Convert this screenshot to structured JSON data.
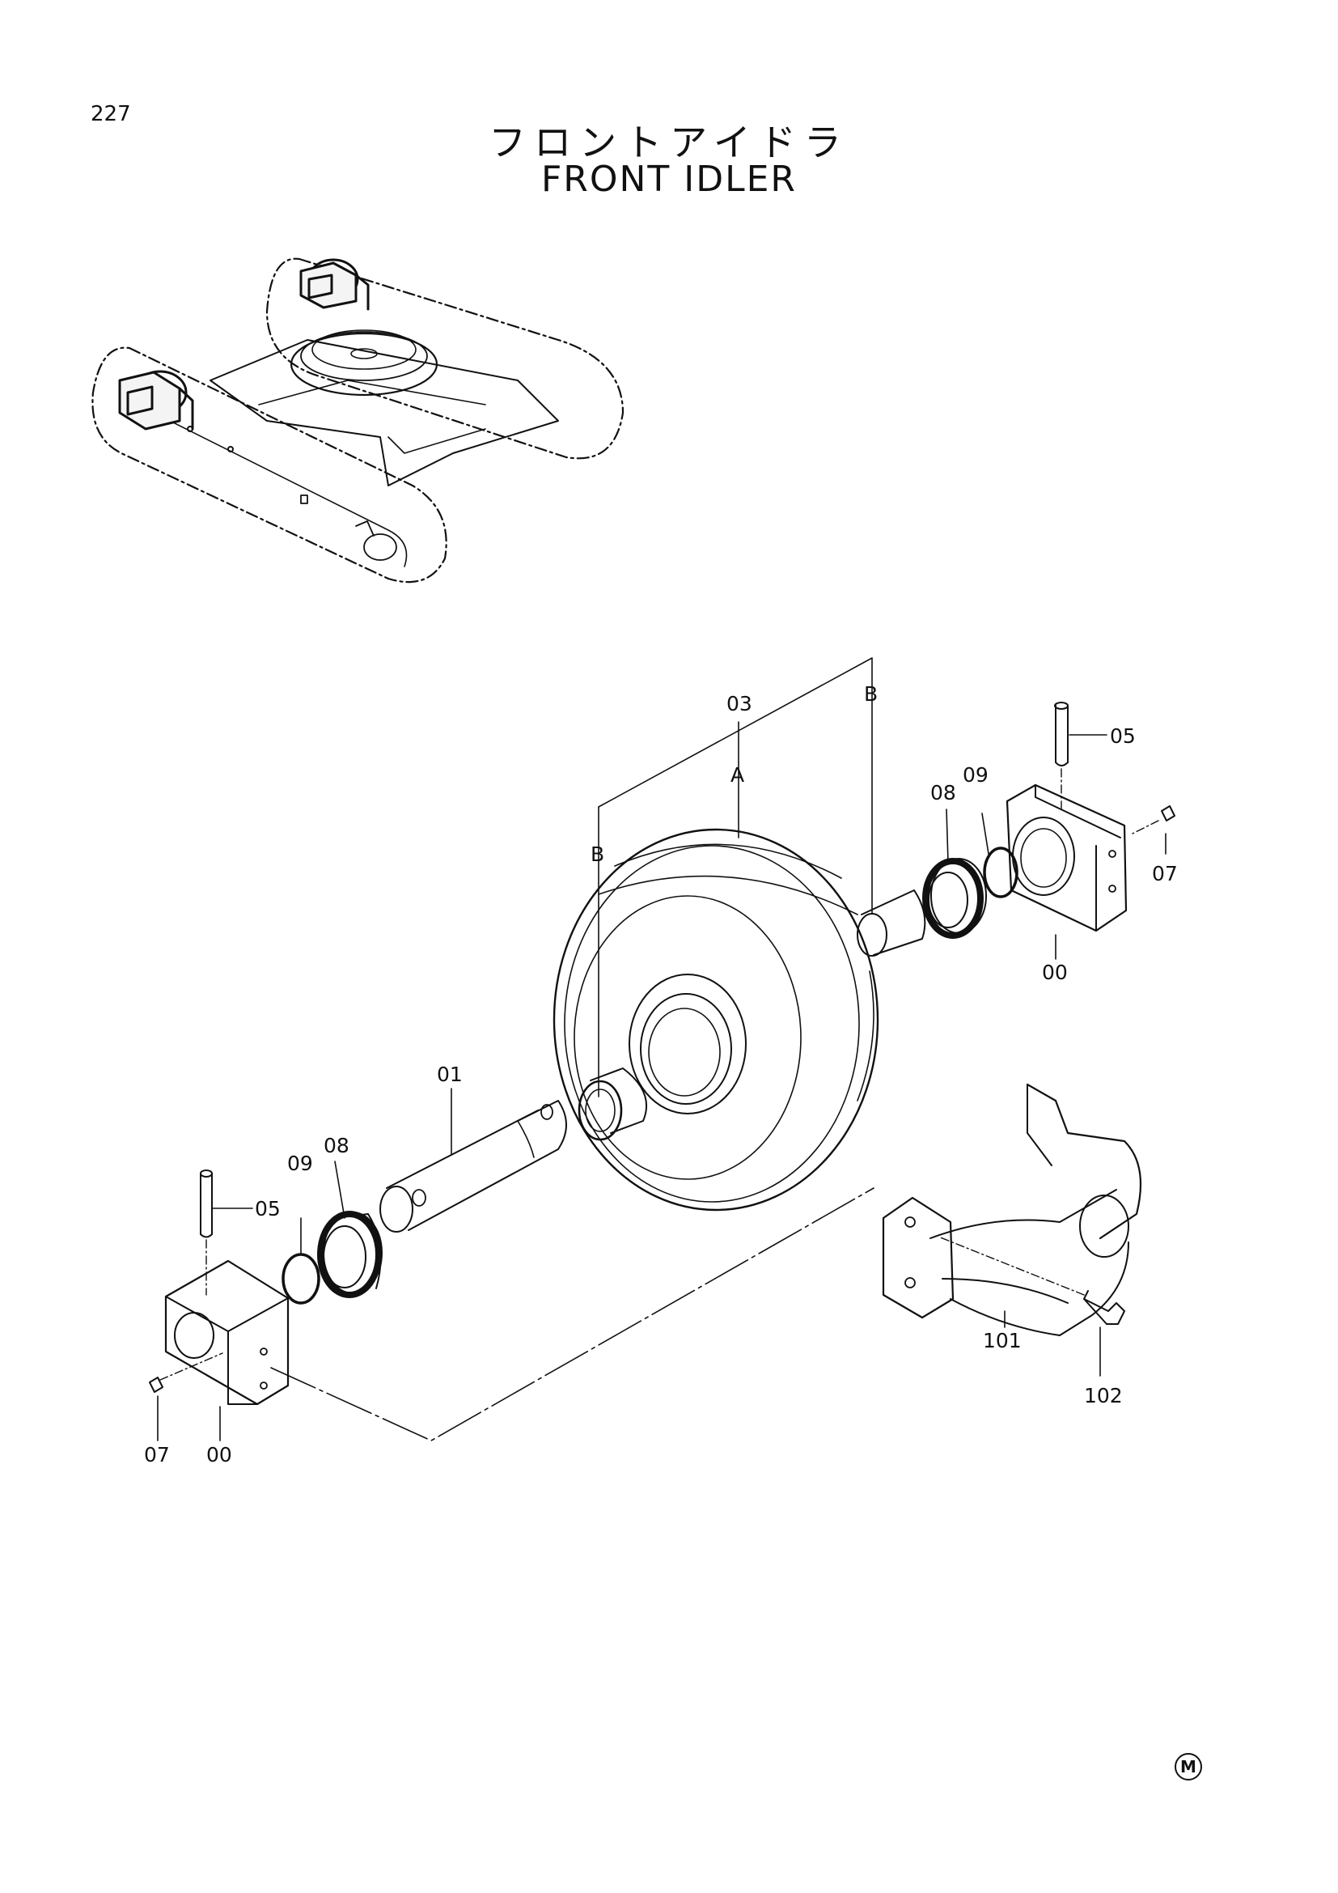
{
  "page_number": "227",
  "title_jp": "フロントアイドラ",
  "title_en": "FRONT IDLER",
  "corner_mark": "M",
  "callouts": {
    "idler_wheel": "03",
    "idler_ref_a": "A",
    "ref_b_left": "B",
    "ref_b_right": "B",
    "pin_right": "05",
    "pin_left": "05",
    "oring_right": "09",
    "oring_left": "09",
    "seal_right": "08",
    "seal_left": "08",
    "plug_right": "07",
    "plug_left": "07",
    "bracket_right": "00",
    "bracket_left": "00",
    "shaft": "01",
    "yoke": "101",
    "bolt": "102"
  }
}
